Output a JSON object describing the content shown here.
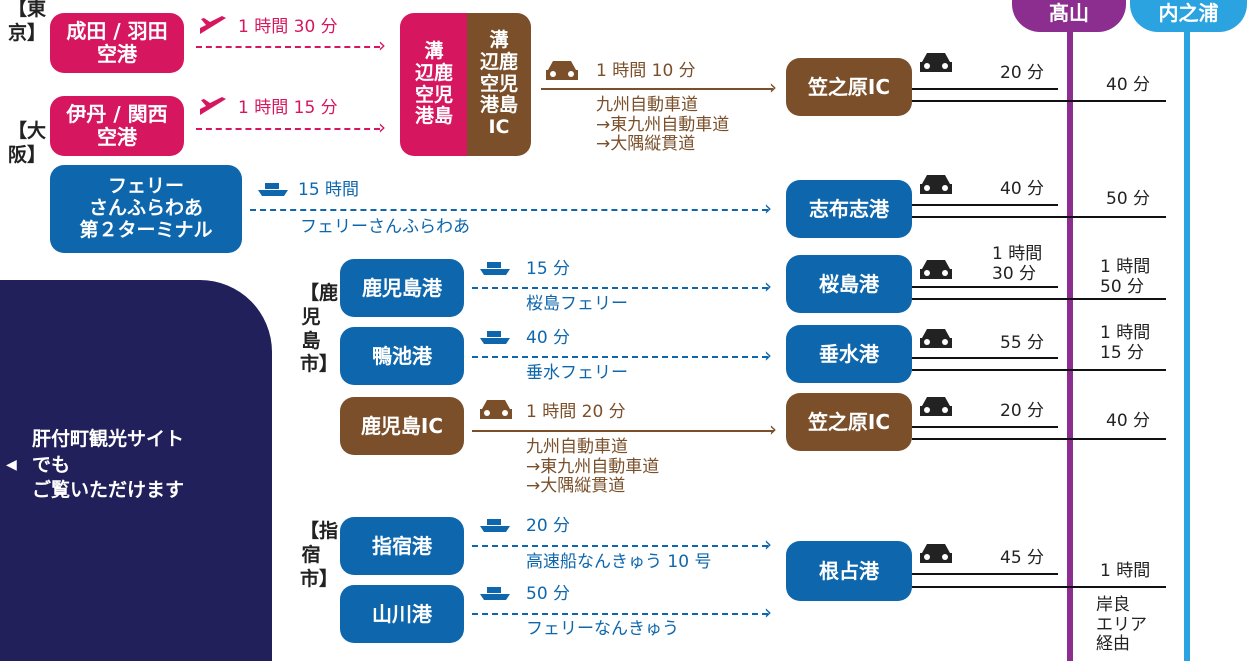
{
  "destinations": [
    {
      "label": "髙山",
      "color": "#8b2e8f"
    },
    {
      "label": "内之浦",
      "color": "#2ba3e0"
    }
  ],
  "groups": {
    "tokyo": "【東京】",
    "osaka": "【大阪】",
    "kagoshima_city": "【鹿児島市】",
    "ibusuki": "【指宿市】"
  },
  "origins": {
    "narita": "成田 / 羽田\n空港",
    "itami": "伊丹 / 関西\n空港",
    "ferry_terminal": "フェリー\nさんふらわあ\n第２ターミナル",
    "kagoshima_port": "鹿児島港",
    "kamoike_port": "鴨池港",
    "kagoshima_ic": "鹿児島IC",
    "ibusuki_port": "指宿港",
    "yamakawa_port": "山川港"
  },
  "airport": {
    "left": "溝\n辺鹿\n空児\n港島",
    "right": "溝\n辺鹿\n空児\n港島\nIC"
  },
  "hubs": {
    "kasanohara1": "笠之原IC",
    "shibushi": "志布志港",
    "sakurajima": "桜島港",
    "tarumizu": "垂水港",
    "kasanohara2": "笠之原IC",
    "nejime": "根占港"
  },
  "legs": {
    "narita_time": "1 時間 30 分",
    "itami_time": "1 時間 15 分",
    "airport_drive_time": "1 時間 10 分",
    "airport_route": "九州自動車道\n→東九州自動車道\n→大隅縦貫道",
    "ferry_time": "15 時間",
    "ferry_name": "フェリーさんふらわあ",
    "sakurajima_time": "15 分",
    "sakurajima_name": "桜島フェリー",
    "tarumizu_time": "40 分",
    "tarumizu_name": "垂水フェリー",
    "ic_drive_time": "1 時間 20 分",
    "ic_route": "九州自動車道\n→東九州自動車道\n→大隅縦貫道",
    "ibusuki_time": "20 分",
    "ibusuki_name": "高速船なんきゅう 10 号",
    "yamakawa_time": "50 分",
    "yamakawa_name": "フェリーなんきゅう"
  },
  "final": {
    "r1a": "20 分",
    "r1b": "40 分",
    "r2a": "40 分",
    "r2b": "50 分",
    "r3a": "1 時間\n30 分",
    "r3b": "1 時間\n50 分",
    "r4a": "55 分",
    "r4b": "1 時間\n15 分",
    "r5a": "20 分",
    "r5b": "40 分",
    "r6a": "45 分",
    "r6b": "1 時間",
    "r6note": "岸良\nエリア\n経由"
  },
  "info": {
    "text": "肝付町観光サイト\nでも\nご覧いただけます"
  },
  "colors": {
    "pink": "#d6175f",
    "blue": "#0e67ad",
    "brown": "#7a4f2a",
    "navy": "#22205a"
  }
}
